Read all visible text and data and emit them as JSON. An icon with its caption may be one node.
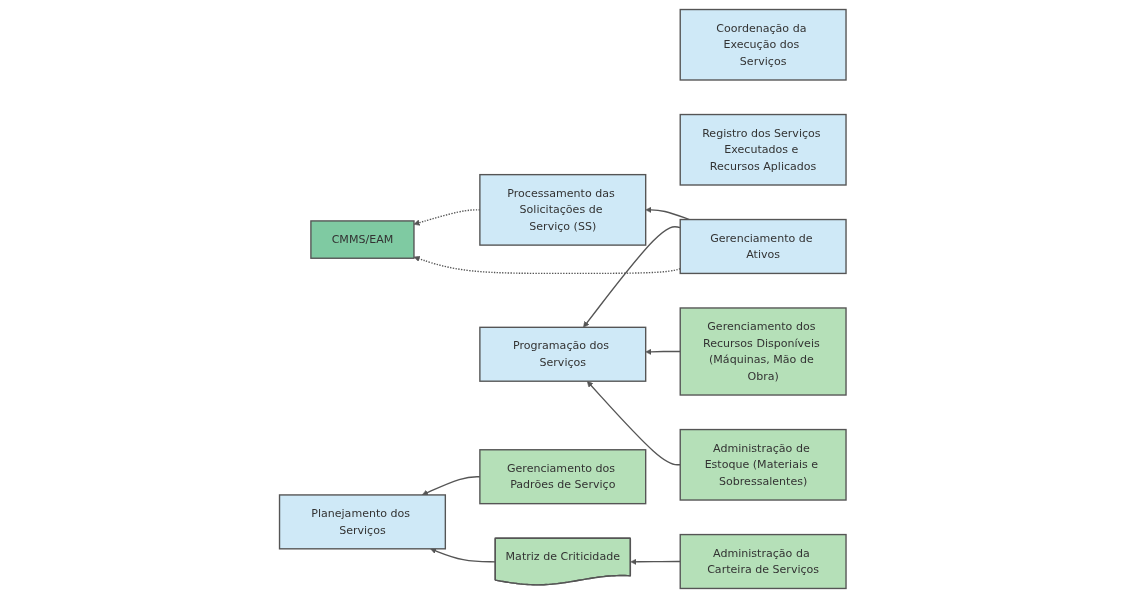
{
  "diagram": {
    "nodes": [
      {
        "text": [
          "Processamento das Solicitações de Serviço (SS)"
        ]
      },
      {
        "text": [
          "Planejamento dos Serviços"
        ]
      },
      {
        "text": [
          "Programação dos Serviços"
        ]
      },
      {
        "text": [
          "Coordenação da Execução dos Serviços"
        ]
      },
      {
        "text": [
          "Registro dos Serviços Executados e Recursos Aplicados"
        ]
      },
      {
        "text": [
          "Gerenciamento de Ativos"
        ]
      },
      {
        "text": [
          "Matriz de Criticidade"
        ]
      },
      {
        "text": [
          "Administração da Carteira de Serviços"
        ]
      },
      {
        "text": [
          "Gerenciamento dos Padrões de Serviço"
        ]
      },
      {
        "text": [
          "Gerenciamento dos Recursos Disponíveis (Máquinas, Mão de Obra)"
        ]
      },
      {
        "text": [
          "Administração de Estoque (Materiais e Sobressalentes)"
        ]
      },
      {
        "text": [
          "CMMS/EAM"
        ]
      }
    ],
    "edges": [
      {
        "from": 5,
        "to": 0,
        "arrow": "to"
      },
      {
        "from": 5,
        "to": 2,
        "arrow": "to"
      },
      {
        "from": 7,
        "to": 6,
        "arrow": "to"
      },
      {
        "from": 6,
        "to": 1,
        "arrow": "to"
      },
      {
        "from": 8,
        "to": 1,
        "arrow": "to"
      },
      {
        "from": 9,
        "to": 2,
        "arrow": "to"
      },
      {
        "from": 10,
        "to": 2,
        "arrow": "to"
      },
      {
        "from": 0,
        "to": 11,
        "arrow": "to",
        "style": "dashed"
      },
      {
        "from": 5,
        "to": 11,
        "arrow": "to",
        "style": "dashed"
      }
    ]
  }
}
